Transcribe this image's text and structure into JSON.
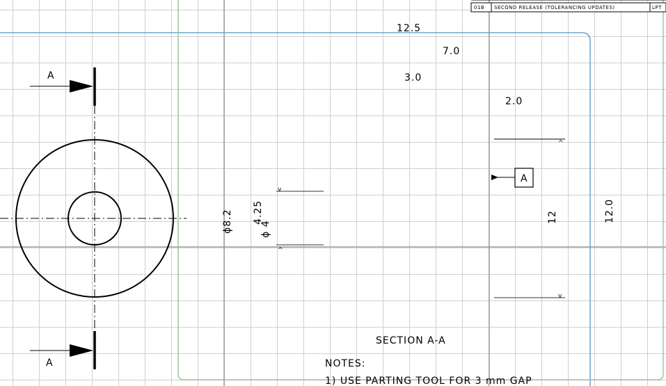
{
  "title_block": {
    "rev": "01B",
    "description": "SECOND RELEASE (TOLERANCING UPDATES)",
    "initials": "LPT"
  },
  "section_labels": {
    "top": "A",
    "bottom": "A"
  },
  "dimensions": {
    "d12_5": "12.5",
    "d7_0": "7.0",
    "d3_0": "3.0",
    "d2_0": "2.0",
    "dia_8_2": "ϕ8.2",
    "dia_4_25": "4.25",
    "dia_4": "ϕ 4",
    "h12": "12",
    "h12_0": "12.0"
  },
  "datum": "A",
  "section_title": "SECTION A-A",
  "notes": {
    "heading": "NOTES:",
    "items": [
      "1) USE PARTING TOOL FOR 3 mm GAP"
    ]
  },
  "colors": {
    "grid": "#cfcfcf",
    "major_grid": "#8a8a8a",
    "sheet_border": "#6aa5c9",
    "frame_border": "#8fbf8f"
  }
}
